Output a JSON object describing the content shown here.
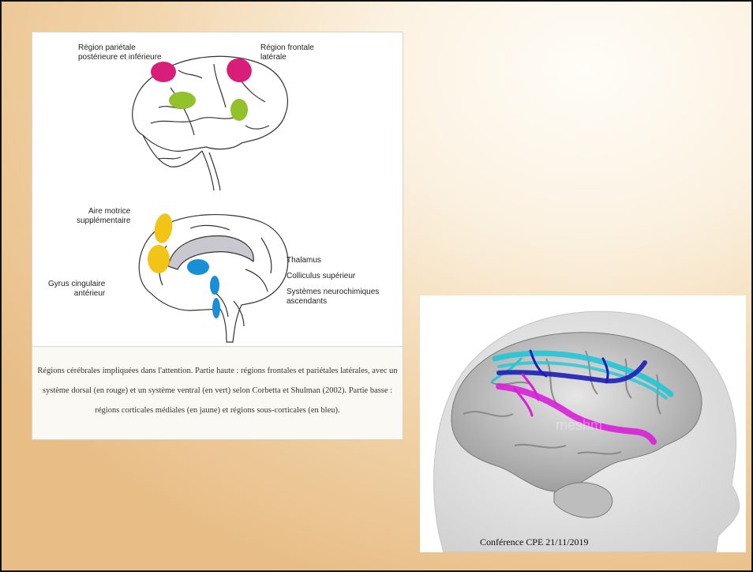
{
  "figure": {
    "labels": {
      "parietal": "Région pariétale\npostérieure et inférieure",
      "frontal": "Région frontale\nlatérale",
      "sma": "Aire motrice\nsupplémentaire",
      "thalamus": "Thalamus",
      "colliculus": "Colliculus supérieur",
      "systemes": "Systèmes neurochimiques\nascendants",
      "gyrus": "Gyrus cingulaire\nantérieur"
    },
    "caption": "Régions cérébrales impliquées dans l'attention. Partie haute : régions frontales et pariétales latérales, avec un système dorsal (en rouge) et un système ventral (en vert) selon Corbetta et Shulman (2002). Partie basse : régions corticales médiales (en jaune) et régions sous-corticales (en bleu).",
    "colors": {
      "dorsal": "#d91e79",
      "ventral": "#93c12c",
      "medial": "#f2c418",
      "subcortical": "#1a8fd8"
    }
  },
  "tractography": {
    "watermark": "meshm",
    "colors": {
      "cyan": "#22c7d6",
      "blue": "#1c1db8",
      "magenta": "#d81fd8"
    }
  },
  "footer": {
    "conference": "Conférence CPE 21/11/2019"
  }
}
